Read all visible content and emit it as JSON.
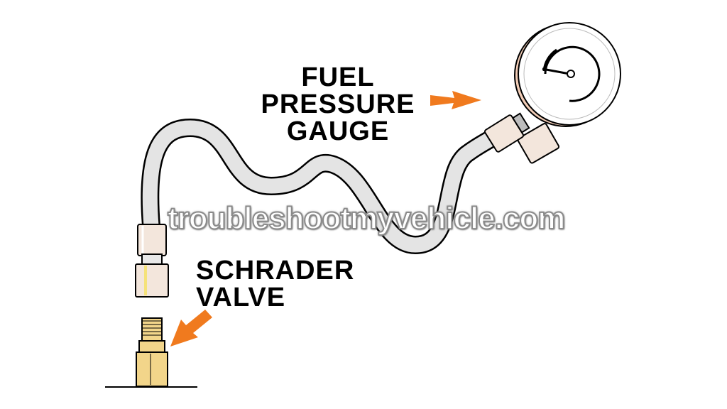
{
  "labels": {
    "gauge": [
      "FUEL",
      "PRESSURE",
      "GAUGE"
    ],
    "valve": [
      "SCHRADER",
      "VALVE"
    ]
  },
  "watermark": "troubleshootmyvehicle.com",
  "colors": {
    "arrow": "#f07a1e",
    "hose": "#e4e4e4",
    "hose_outline": "#000000",
    "fitting_gold": "#f2d58a",
    "gauge_rim": "#f2cdb7",
    "gauge_face": "#ffffff"
  },
  "icons": {
    "gauge_arrow": "arrow-right-icon",
    "valve_arrow": "arrow-down-left-icon"
  }
}
